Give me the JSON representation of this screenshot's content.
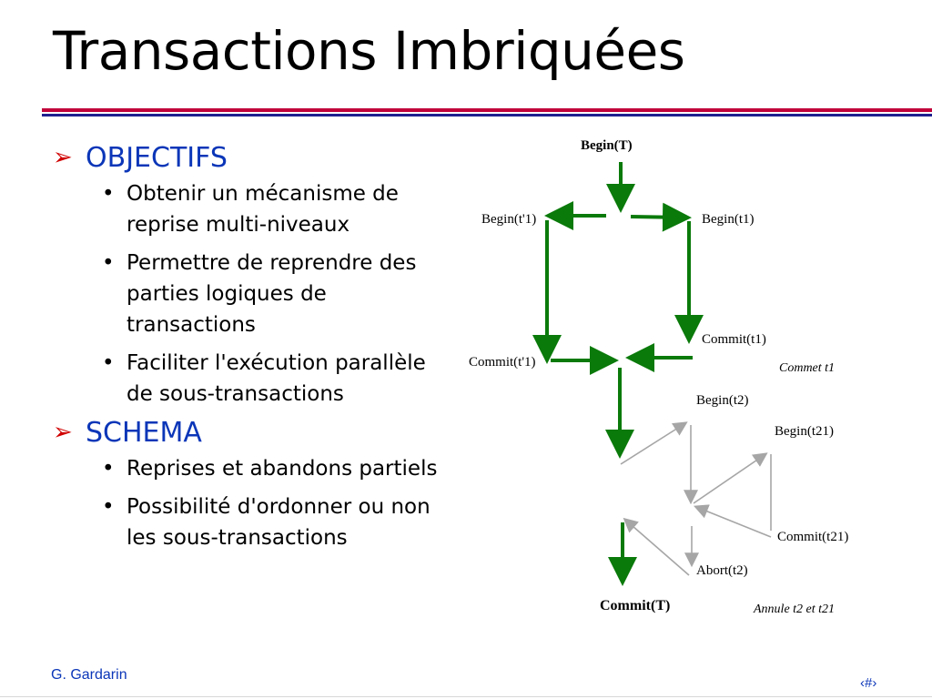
{
  "slide": {
    "title": "Transactions Imbriquées",
    "sections": [
      {
        "heading": "OBJECTIFS",
        "items": [
          "Obtenir un mécanisme de reprise multi-niveaux",
          "Permettre de reprendre des parties logiques de transactions",
          "Faciliter l'exécution parallèle de sous-transactions"
        ]
      },
      {
        "heading": "SCHEMA",
        "items": [
          "Reprises et abandons partiels",
          "Possibilité d'ordonner ou non les sous-transactions"
        ]
      }
    ],
    "footer": "G. Gardarin",
    "page_number": "‹#›"
  },
  "diagram": {
    "labels": {
      "begin_T": "Begin(T)",
      "begin_tp1": "Begin(t'1)",
      "begin_t1": "Begin(t1)",
      "commit_t1": "Commit(t1)",
      "commit_tp1": "Commit(t'1)",
      "commet_t1": "Commet t1",
      "begin_t2": "Begin(t2)",
      "begin_t21": "Begin(t21)",
      "commit_t21": "Commit(t21)",
      "abort_t2": "Abort(t2)",
      "commit_T": "Commit(T)",
      "annule": "Annule t2 et t21"
    }
  },
  "colors": {
    "arrow_main": "#0a7a0a",
    "arrow_sub": "#a6a6a6",
    "bullet_marker": "#d00000",
    "heading": "#0b36b8"
  }
}
